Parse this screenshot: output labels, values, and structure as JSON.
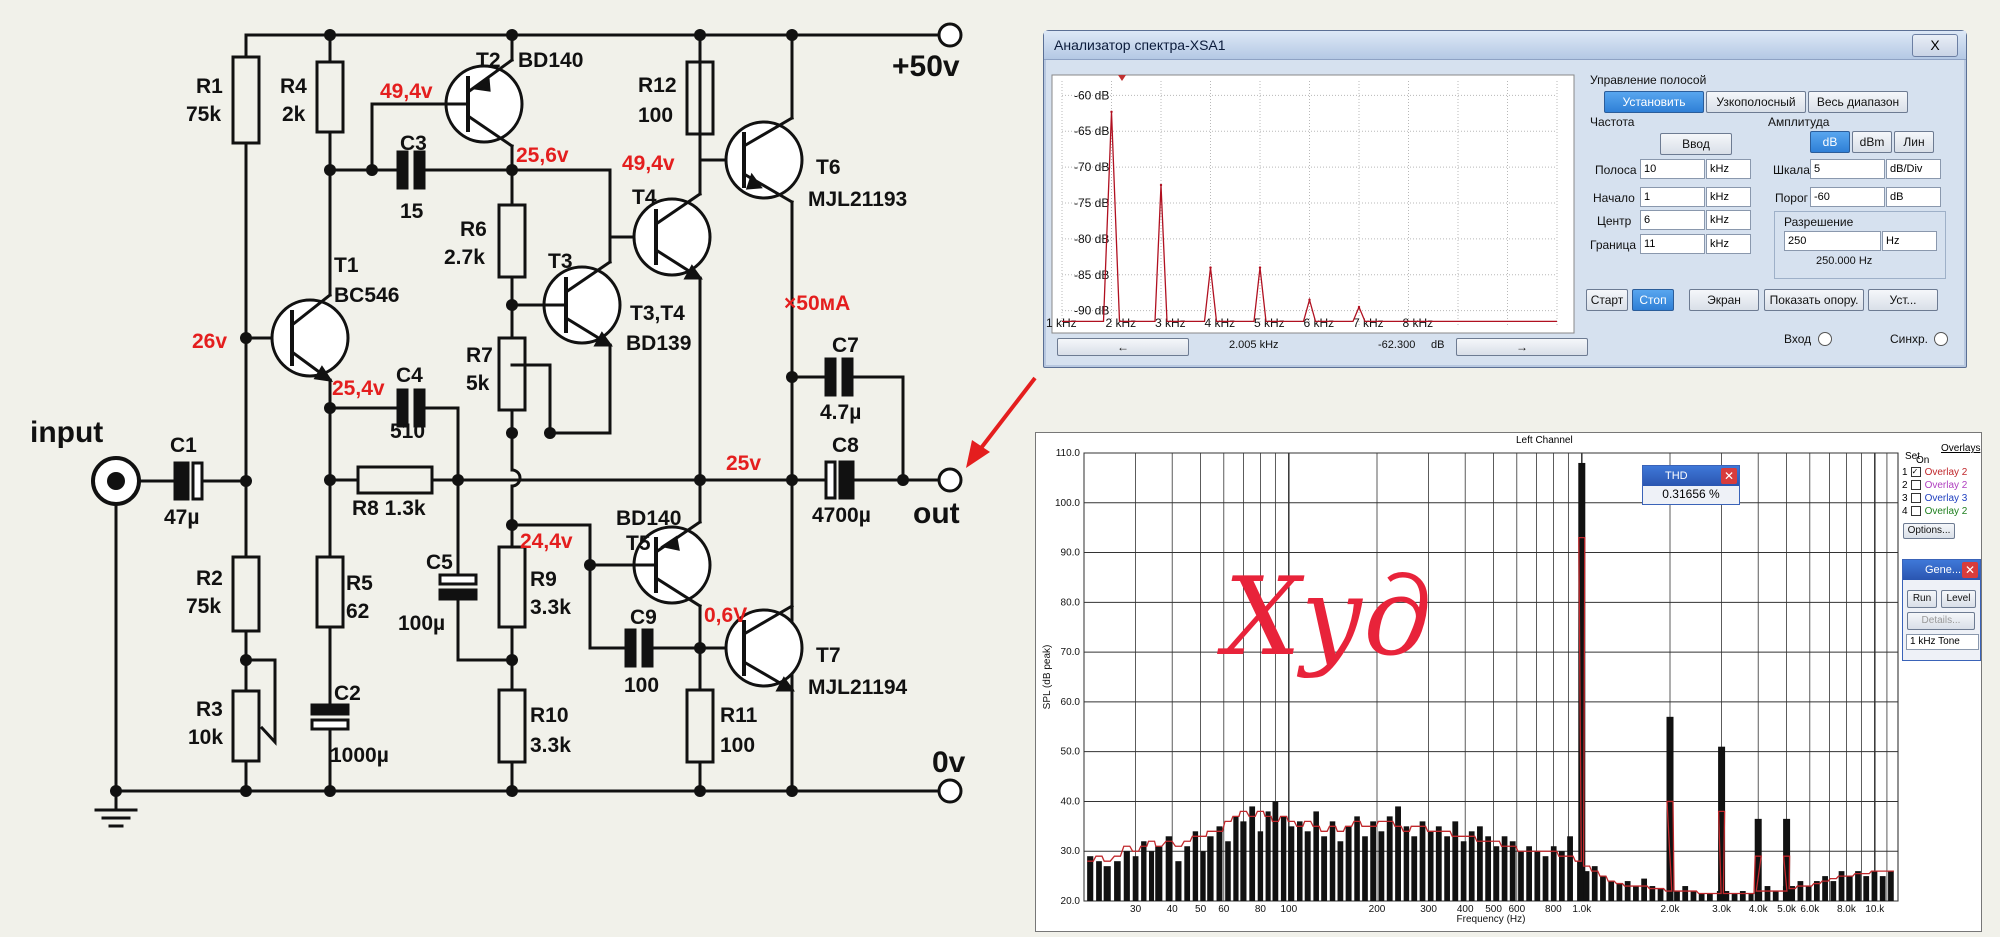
{
  "schematic": {
    "labels": {
      "input": "input",
      "out": "out",
      "v50": "+50v",
      "v0": "0v",
      "r1": "R1",
      "r1v": "75k",
      "r2": "R2",
      "r2v": "75k",
      "r3": "R3",
      "r3v": "10k",
      "r4": "R4",
      "r4v": "2k",
      "r5": "R5",
      "r5v": "62",
      "r6": "R6",
      "r6v": "2.7k",
      "r7": "R7",
      "r7v": "5k",
      "r8": "R8 1.3k",
      "r9": "R9",
      "r9v": "3.3k",
      "r10": "R10",
      "r10v": "3.3k",
      "r11": "R11",
      "r11v": "100",
      "r12": "R12",
      "r12v": "100",
      "c1": "C1",
      "c1v": "47µ",
      "c2": "C2",
      "c2v": "1000µ",
      "c3": "C3",
      "c3v": "15",
      "c4": "C4",
      "c4v": "510",
      "c5": "C5",
      "c5v": "100µ",
      "c7": "C7",
      "c7v": "4.7µ",
      "c8": "C8",
      "c8v": "4700µ",
      "c9": "C9",
      "c9v": "100",
      "t1": "T1",
      "t1v": "BC546",
      "t2": "T2",
      "t2v": "BD140",
      "t3": "T3",
      "t34": "T3,T4",
      "t34v": "BD139",
      "t4": "T4",
      "t5": "T5",
      "t5v": "BD140",
      "t6": "T6",
      "t6v": "MJL21193",
      "t7": "T7",
      "t7v": "MJL21194"
    },
    "voltages": {
      "v26": "26v",
      "v494a": "49,4v",
      "v256": "25,6v",
      "v494b": "49,4v",
      "v254": "25,4v",
      "v25": "25v",
      "v244": "24,4v",
      "v06": "0,6V",
      "i50": "×50мА"
    }
  },
  "analyzer": {
    "title": "Анализатор спектра-XSA1",
    "close": "X",
    "y_ticks": [
      "-60 dB",
      "-65 dB",
      "-70 dB",
      "-75 dB",
      "-80 dB",
      "-85 dB",
      "-90 dB"
    ],
    "x_ticks": [
      "1 kHz",
      "2 kHz",
      "3 kHz",
      "4 kHz",
      "5 kHz",
      "6 kHz",
      "7 kHz",
      "8 kHz"
    ],
    "nav_left": "←",
    "nav_right": "→",
    "cursor_freq": "2.005 kHz",
    "cursor_db": "-62.300",
    "cursor_unit": "dB",
    "band_group": "Управление полосой",
    "btn_set": "Установить",
    "btn_narrow": "Узкополосный",
    "btn_full": "Весь диапазон",
    "freq_group": "Частота",
    "btn_input": "Ввод",
    "lbl_band": "Полоса",
    "val_band": "10",
    "unit_band": "kHz",
    "lbl_start": "Начало",
    "val_start": "1",
    "unit_start": "kHz",
    "lbl_center": "Центр",
    "val_center": "6",
    "unit_center": "kHz",
    "lbl_end": "Граница",
    "val_end": "11",
    "unit_end": "kHz",
    "amp_group": "Амплитуда",
    "btn_db": "dB",
    "btn_dbm": "dBm",
    "btn_lin": "Лин",
    "lbl_scale": "Шкала",
    "val_scale": "5",
    "unit_scale": "dB/Div",
    "lbl_thresh": "Порог",
    "val_thresh": "-60",
    "unit_thresh": "dB",
    "res_group": "Разрешение",
    "val_res": "250",
    "unit_res": "Hz",
    "res_actual": "250.000  Hz",
    "btn_start": "Старт",
    "btn_stop": "Стоп",
    "btn_screen": "Экран",
    "btn_ref": "Показать опору.",
    "btn_setup": "Уст...",
    "lbl_in": "Вход",
    "lbl_sync": "Синхр.",
    "peak_color": "#b01020"
  },
  "rta": {
    "title": "Left Channel",
    "ylabel": "SPL (dB peak)",
    "xlabel": "Frequency (Hz)",
    "y_ticks": [
      "110.0",
      "100.0",
      "90.0",
      "80.0",
      "70.0",
      "60.0",
      "50.0",
      "40.0",
      "30.0",
      "20.0"
    ],
    "x_ticks": [
      "30",
      "40",
      "50",
      "60",
      "80",
      "100",
      "200",
      "300",
      "400",
      "500",
      "600",
      "800",
      "1.0k",
      "2.0k",
      "3.0k",
      "4.0k",
      "5.0k",
      "6.0k",
      "8.0k",
      "10.k"
    ],
    "overlays_title": "Overlays",
    "col_set": "Set",
    "col_on": "On",
    "overlays": [
      "Overlay 2",
      "Overlay 2",
      "Overlay 3",
      "Overlay 2"
    ],
    "overlay_nums": [
      "1",
      "2",
      "3",
      "4"
    ],
    "overlay_colors": [
      "#c0282c",
      "#b040c0",
      "#2040c0",
      "#208020"
    ],
    "options": "Options...",
    "thd_title": "THD",
    "thd_value": "0.31656 %",
    "gen_title": "Gene...",
    "gen_run": "Run",
    "gen_level": "Level",
    "gen_details": "Details...",
    "gen_tone": "1 kHz Tone",
    "annotation": "Худ"
  },
  "chart_data": [
    {
      "type": "line",
      "xlabel": "",
      "ylabel": "",
      "xlim": [
        1,
        11
      ],
      "ylim": [
        -92,
        -58
      ],
      "x_unit": "kHz",
      "y_unit": "dB",
      "peaks": [
        {
          "x": 2.0,
          "y": -62.3
        },
        {
          "x": 3.0,
          "y": -72.5
        },
        {
          "x": 4.0,
          "y": -84.0
        },
        {
          "x": 5.0,
          "y": -84.0
        },
        {
          "x": 6.0,
          "y": -88.5
        },
        {
          "x": 7.0,
          "y": -89.5
        }
      ]
    },
    {
      "type": "bar",
      "title": "Left Channel",
      "xlabel": "Frequency (Hz)",
      "ylabel": "SPL (dB peak)",
      "ylim": [
        20,
        110
      ],
      "xlim": [
        20,
        12000
      ],
      "xscale": "log",
      "x": [
        21,
        22.5,
        24,
        26,
        28,
        30,
        32,
        34,
        36,
        39,
        42,
        45,
        48,
        51,
        54,
        58,
        62,
        66,
        70,
        75,
        80,
        85,
        90,
        96,
        102,
        109,
        116,
        124,
        132,
        141,
        150,
        160,
        171,
        182,
        194,
        207,
        221,
        236,
        252,
        268,
        286,
        305,
        325,
        347,
        370,
        395,
        421,
        449,
        479,
        511,
        545,
        581,
        620,
        661,
        705,
        752,
        802,
        855,
        912,
        973,
        1000,
        1038,
        1107,
        1181,
        1260,
        1344,
        1434,
        1530,
        1632,
        1741,
        1857,
        1981,
        2000,
        2113,
        2254,
        2405,
        2565,
        2736,
        2919,
        3000,
        3114,
        3322,
        3544,
        3781,
        4000,
        4033,
        4303,
        4590,
        4897,
        5000,
        5224,
        5573,
        5945,
        6342,
        6766,
        7218,
        7700,
        8214,
        8763,
        9348,
        9973,
        10640,
        11350
      ],
      "values": [
        29,
        28,
        27,
        28,
        30,
        29,
        32,
        30,
        31,
        33,
        28,
        31,
        34,
        30,
        33,
        35,
        32,
        37,
        36,
        39,
        34,
        38,
        40,
        37,
        35,
        36,
        34,
        38,
        33,
        36,
        32,
        35,
        37,
        33,
        36,
        34,
        37,
        39,
        35,
        33,
        36,
        34,
        35,
        33,
        36,
        32,
        34,
        35,
        33,
        31,
        33,
        32,
        30,
        31,
        30,
        29,
        31,
        30,
        33,
        28,
        108,
        26,
        27,
        25,
        24,
        23.5,
        24,
        23,
        24.5,
        23,
        22.5,
        23,
        57,
        22,
        23,
        22,
        21.5,
        21.5,
        22,
        51,
        22,
        21.5,
        22,
        21.5,
        36.5,
        22,
        23,
        22,
        23,
        36.5,
        23,
        24,
        23,
        24,
        25,
        24,
        26,
        25,
        26,
        25,
        26,
        25,
        26
      ],
      "overlay": [
        28,
        29,
        28,
        29,
        31,
        30,
        31,
        32,
        31,
        32,
        31,
        32,
        33,
        33,
        34,
        34,
        36,
        37,
        38,
        37,
        38,
        37,
        36,
        37,
        36,
        35,
        36,
        35,
        34,
        35,
        34,
        35,
        36,
        35,
        35,
        36,
        36,
        35,
        34,
        35,
        35,
        34,
        34,
        34,
        33,
        33,
        33,
        32,
        32,
        32,
        31,
        31,
        30,
        30,
        30,
        30,
        30,
        29,
        29,
        28,
        93,
        27,
        26,
        25,
        24,
        23.5,
        23,
        23,
        23,
        22.5,
        22.5,
        22,
        40,
        22,
        22,
        22,
        21.5,
        21.5,
        21.5,
        38,
        21.5,
        21.5,
        21.5,
        21.5,
        29,
        22,
        22,
        22,
        22,
        29,
        22.5,
        23,
        23,
        23.5,
        24,
        24.5,
        25,
        25,
        25.5,
        25.5,
        26,
        26,
        26
      ]
    }
  ]
}
